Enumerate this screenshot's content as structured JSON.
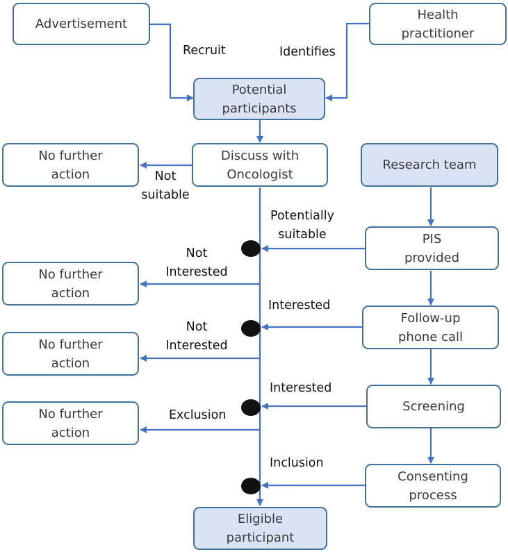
{
  "boxes": {
    "advertisement": "Advertisement",
    "health_practitioner": "Health\npractitioner",
    "potential_participants": "Potential\nparticipants",
    "discuss_with_oncologist": "Discuss with\nOncologist",
    "research_team": "Research team",
    "no_further_action_1": "No further\naction",
    "no_further_action_2": "No further\naction",
    "no_further_action_3": "No further\naction",
    "no_further_action_4": "No further\naction",
    "pis_provided": "PIS\nprovided",
    "follow_up_phone_call": "Follow-up\nphone call",
    "screening": "Screening",
    "consenting_process": "Consenting\nprocess",
    "eligible_participant": "Eligible\nparticipant"
  },
  "labels": {
    "recruit": "Recruit",
    "identifies": "Identifies",
    "not_suitable": "Not\nsuitable",
    "potentially_suitable": "Potentially\nsuitable",
    "not_interested_1": "Not\nInterested",
    "interested_1": "Interested",
    "not_interested_2": "Not\nInterested",
    "interested_2": "Interested",
    "exclusion": "Exclusion",
    "inclusion": "Inclusion"
  },
  "colors": {
    "line": "#4472c4",
    "box_border": "#41719c",
    "box_fill_highlight": "#dae3f3",
    "junction_dot": "#111111"
  }
}
